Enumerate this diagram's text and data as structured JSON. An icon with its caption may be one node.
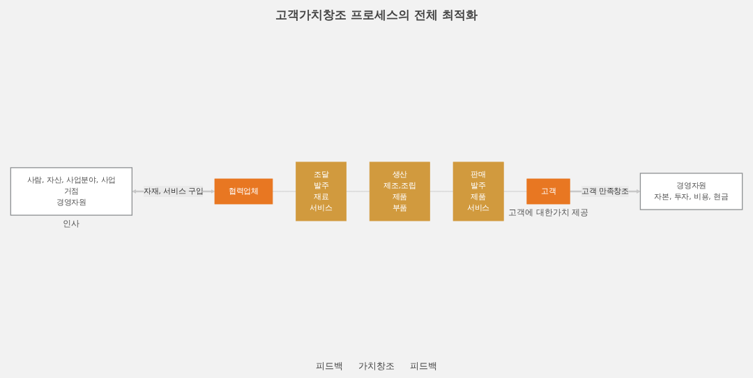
{
  "diagram": {
    "title": "고객가치창조 프로세스의 전체 최적화",
    "nodes": [
      {
        "text": [
          "경영자원",
          "자본, 투자, 비용, 현금"
        ]
      },
      {
        "text": [
          "협력업체"
        ]
      },
      {
        "text": [
          "조달",
          "발주",
          "재료",
          "서비스"
        ]
      },
      {
        "text": [
          "생산",
          "제조,조립",
          "제품",
          "부품"
        ]
      },
      {
        "text": [
          "판매",
          "발주",
          "제품",
          "서비스"
        ]
      },
      {
        "text": [
          "고객"
        ],
        "beside": [
          "고객에 대한가치 제공"
        ]
      },
      {
        "text": [
          "사람, 자산, 사업분야, 사업거점",
          "경영자원"
        ],
        "beside": [
          "인사"
        ]
      }
    ],
    "edges": [
      {
        "from": 1,
        "to": 2,
        "arrow": "none"
      },
      {
        "from": 2,
        "to": 3,
        "arrow": "none"
      },
      {
        "from": 3,
        "to": 4,
        "arrow": "none"
      },
      {
        "from": 4,
        "to": 5,
        "arrow": "none"
      },
      {
        "from": 5,
        "to": 0,
        "arrow": "to",
        "style": "thick",
        "label": "고객 만족창조"
      },
      {
        "from": 6,
        "to": 1,
        "arrow": "both",
        "style": "thick",
        "label": "자재, 서비스 구입"
      }
    ],
    "labels": [
      "피드백",
      "가치창조",
      "피드백"
    ]
  }
}
